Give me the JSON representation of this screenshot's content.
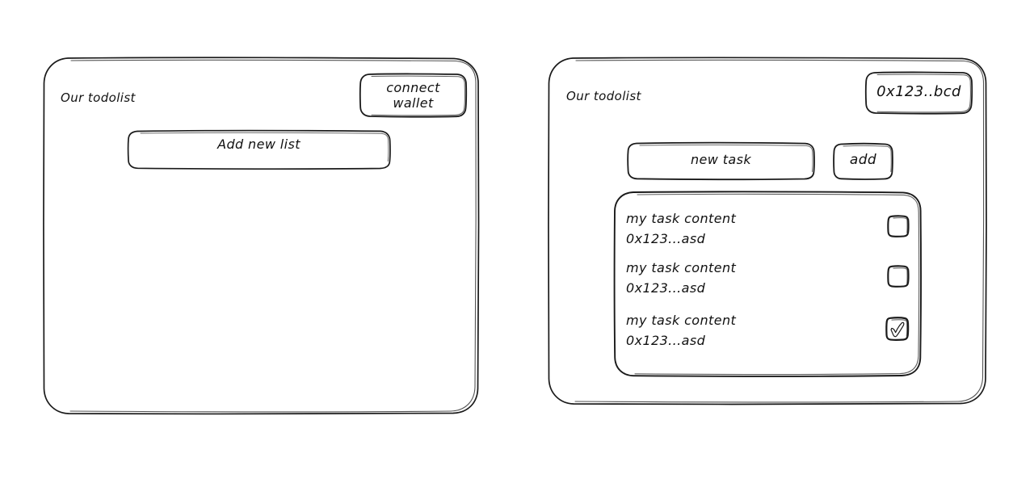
{
  "meta": {
    "background_color": "#ffffff",
    "stroke_color": "#1a1a1a",
    "style": "hand-drawn wireframe"
  },
  "screens": [
    {
      "id": "disconnected",
      "title": "Our todolist",
      "wallet_button": {
        "label_line1": "connect",
        "label_line2": "wallet",
        "icon": "wallet-icon"
      },
      "primary_action": {
        "label": "Add new list"
      }
    },
    {
      "id": "connected",
      "title": "Our todolist",
      "wallet_button": {
        "label": "0x123..bcd",
        "icon": "wallet-address-icon"
      },
      "new_task_input": {
        "value": "new task",
        "placeholder": "new task"
      },
      "add_button": {
        "label": "add"
      },
      "task_list": [
        {
          "content": "my task content",
          "owner": "0x123...asd",
          "done": false,
          "checkbox_icon": "checkbox-empty-icon"
        },
        {
          "content": "my task content",
          "owner": "0x123...asd",
          "done": false,
          "checkbox_icon": "checkbox-empty-icon"
        },
        {
          "content": "my task content",
          "owner": "0x123...asd",
          "done": true,
          "checkbox_icon": "checkbox-checked-icon"
        }
      ]
    }
  ]
}
